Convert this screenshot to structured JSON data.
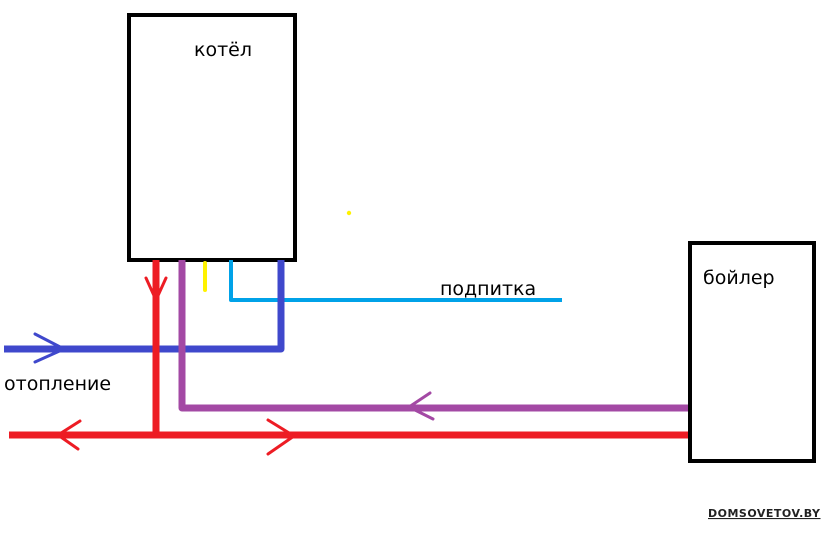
{
  "labels": {
    "boiler_unit": "котёл",
    "water_heater": "бойлер",
    "makeup": "подпитка",
    "heating": "отопление"
  },
  "watermark": "DOMSOVETOV.BY",
  "colors": {
    "supply_red": "#ed1c24",
    "return_blue": "#3f48cc",
    "dhw_purple": "#a349a4",
    "makeup_cyan": "#00a2e8",
    "gas_yellow": "#fff200",
    "outline": "#000000"
  }
}
